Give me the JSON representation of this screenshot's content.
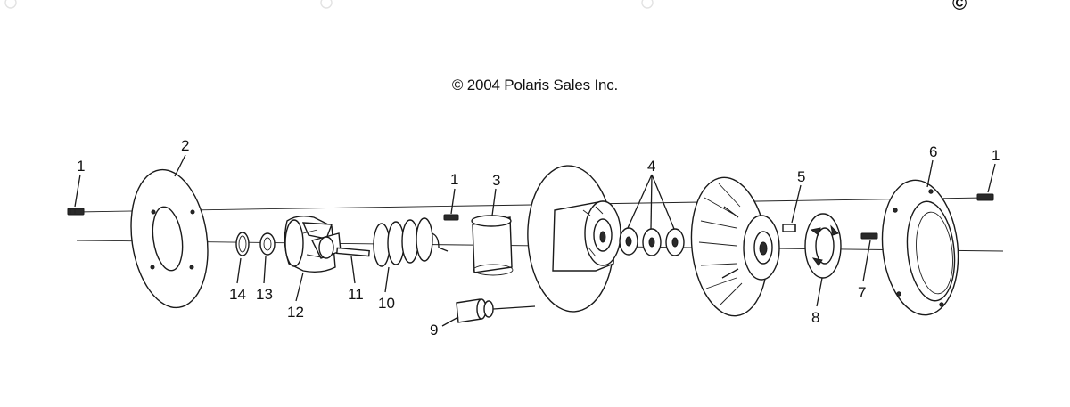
{
  "diagram": {
    "copyright": "© 2004 Polaris Sales Inc.",
    "corner_mark": "©",
    "callouts": [
      {
        "id": "callout-1-left",
        "text": "1"
      },
      {
        "id": "callout-2",
        "text": "2"
      },
      {
        "id": "callout-1-center",
        "text": "1"
      },
      {
        "id": "callout-3",
        "text": "3"
      },
      {
        "id": "callout-4",
        "text": "4"
      },
      {
        "id": "callout-5",
        "text": "5"
      },
      {
        "id": "callout-6",
        "text": "6"
      },
      {
        "id": "callout-1-right",
        "text": "1"
      },
      {
        "id": "callout-7",
        "text": "7"
      },
      {
        "id": "callout-8",
        "text": "8"
      },
      {
        "id": "callout-9",
        "text": "9"
      },
      {
        "id": "callout-10",
        "text": "10"
      },
      {
        "id": "callout-11",
        "text": "11"
      },
      {
        "id": "callout-12",
        "text": "12"
      },
      {
        "id": "callout-13",
        "text": "13"
      },
      {
        "id": "callout-14",
        "text": "14"
      }
    ]
  }
}
